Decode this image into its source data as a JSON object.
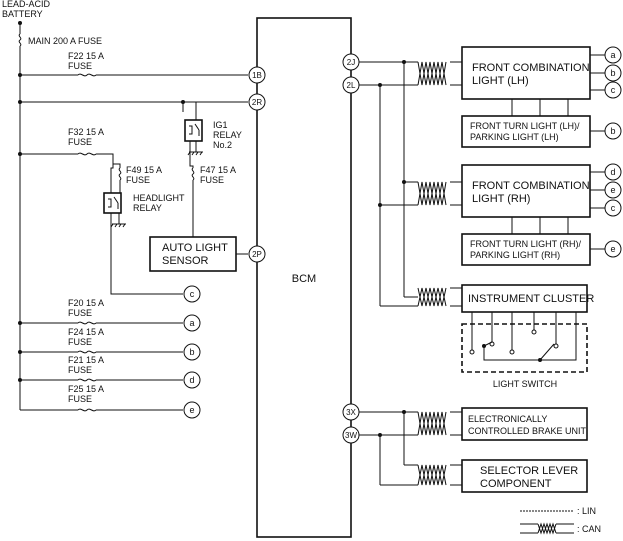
{
  "battery": {
    "line1": "LEAD-ACID",
    "line2": "BATTERY"
  },
  "main_fuse": "MAIN 200 A FUSE",
  "fuses": {
    "f22": {
      "l1": "F22 15 A",
      "l2": "FUSE"
    },
    "f32": {
      "l1": "F32 15 A",
      "l2": "FUSE"
    },
    "f49": {
      "l1": "F49 15 A",
      "l2": "FUSE"
    },
    "f47": {
      "l1": "F47 15 A",
      "l2": "FUSE"
    },
    "f20": {
      "l1": "F20 15 A",
      "l2": "FUSE"
    },
    "f24": {
      "l1": "F24 15 A",
      "l2": "FUSE"
    },
    "f21": {
      "l1": "F21 15 A",
      "l2": "FUSE"
    },
    "f25": {
      "l1": "F25 15 A",
      "l2": "FUSE"
    }
  },
  "ig1_relay": {
    "l1": "IG1",
    "l2": "RELAY",
    "l3": "No.2"
  },
  "headlight_relay": {
    "l1": "HEADLIGHT",
    "l2": "RELAY"
  },
  "auto_light_sensor": {
    "l1": "AUTO LIGHT",
    "l2": "SENSOR"
  },
  "bcm": "BCM",
  "terminals": {
    "t1b": "1B",
    "t2r": "2R",
    "t2p": "2P",
    "t2j": "2J",
    "t2l": "2L",
    "t3x": "3X",
    "t3w": "3W"
  },
  "connectors": {
    "a": "a",
    "b": "b",
    "c": "c",
    "d": "d",
    "e": "e"
  },
  "components": {
    "fcl_lh": {
      "l1": "FRONT COMBINATION",
      "l2": "LIGHT (LH)"
    },
    "ftl_lh": {
      "l1": "FRONT TURN LIGHT (LH)/",
      "l2": "PARKING LIGHT (LH)"
    },
    "fcl_rh": {
      "l1": "FRONT COMBINATION",
      "l2": "LIGHT (RH)"
    },
    "ftl_rh": {
      "l1": "FRONT TURN LIGHT (RH)/",
      "l2": "PARKING LIGHT (RH)"
    },
    "instrument_cluster": "INSTRUMENT CLUSTER",
    "light_switch": "LIGHT SWITCH",
    "ecbu": {
      "l1": "ELECTRONICALLY",
      "l2": "CONTROLLED BRAKE UNIT"
    },
    "slc": {
      "l1": "SELECTOR LEVER",
      "l2": "COMPONENT"
    }
  },
  "legend": {
    "lin": ": LIN",
    "can": ": CAN"
  }
}
